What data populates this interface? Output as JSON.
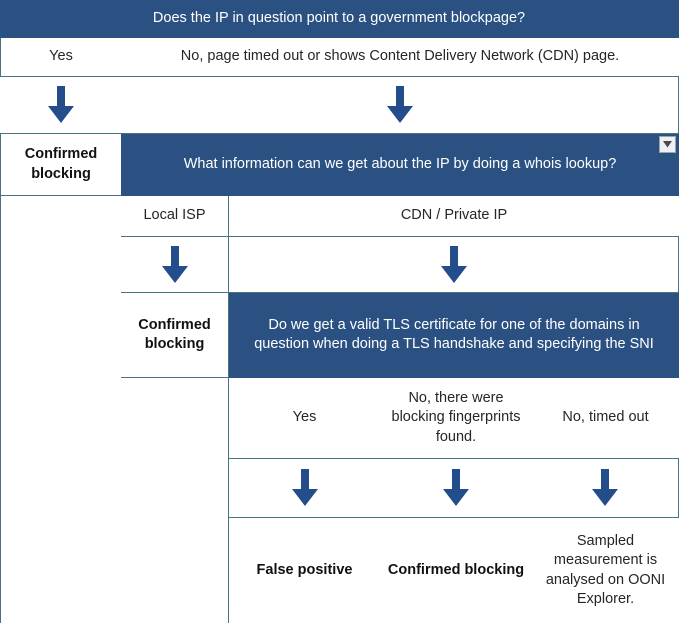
{
  "meta": {
    "title": "OONI blocking-confirmation decision flowchart",
    "accent_blue": "#2a5182",
    "arrow_blue": "#244d8c",
    "grid_line": "#4a7283"
  },
  "questions": {
    "q1": "Does the IP in question point to a government blockpage?",
    "q2": "What information can we get about the IP by doing a whois lookup?",
    "q3": "Do we get a valid TLS certificate for one of the domains in question when doing a TLS handshake and specifying the SNI"
  },
  "level1": {
    "answer_yes": "Yes",
    "answer_no": "No, page timed out or shows Content Delivery Network (CDN) page.",
    "outcome_yes": "Confirmed blocking"
  },
  "level2": {
    "answer_local_isp": "Local ISP",
    "answer_cdn": "CDN / Private IP",
    "outcome_local_isp": "Confirmed blocking"
  },
  "level3": {
    "answer_yes": "Yes",
    "answer_fingerprints": "No, there were blocking fingerprints found.",
    "answer_timeout": "No, timed out",
    "outcome_yes": "False positive",
    "outcome_fingerprints": "Confirmed blocking",
    "outcome_timeout": "Sampled measurement is analysed on OONI Explorer."
  },
  "controls": {
    "filter_dropdown": "filter-dropdown"
  },
  "icons": {
    "down_arrow": "arrow-down-icon",
    "dropdown_triangle": "chevron-down-icon"
  }
}
